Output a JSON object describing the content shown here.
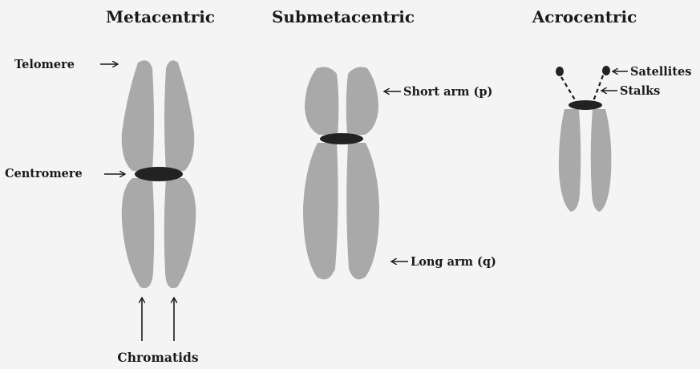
{
  "titles": {
    "metacentric": "Metacentric",
    "submetacentric": "Submetacentric",
    "acrocentric": "Acrocentric"
  },
  "labels": {
    "telomere": "Telomere",
    "centromere": "Centromere",
    "chromatids": "Chromatids",
    "short_arm": "Short arm (p)",
    "long_arm": "Long arm (q)",
    "satellites": "Satellites",
    "stalks": "Stalks"
  },
  "colors": {
    "background": "#f4f4f4",
    "chromatid_fill": "#a9a9a9",
    "centromere_fill": "#222222",
    "text": "#1a1a1a"
  }
}
